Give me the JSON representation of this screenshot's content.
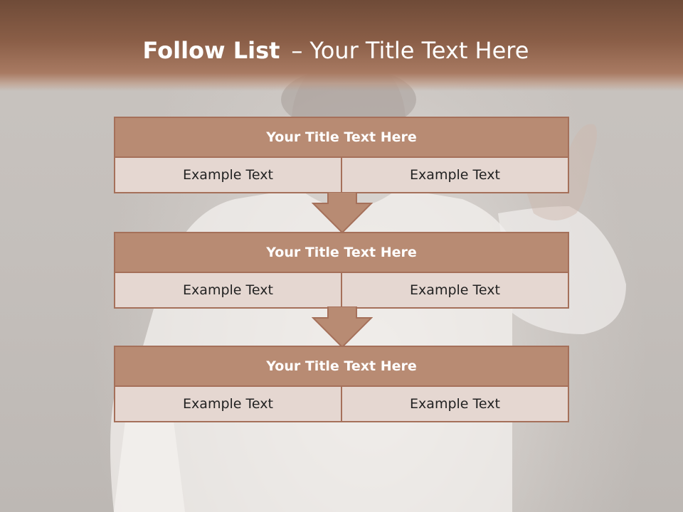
{
  "slide": {
    "title_bold": "Follow List",
    "title_separator": "–",
    "title_rest": "Your Title Text Here"
  },
  "blocks": [
    {
      "title": "Your Title Text Here",
      "left": "Example Text",
      "right": "Example Text"
    },
    {
      "title": "Your Title Text Here",
      "left": "Example Text",
      "right": "Example Text"
    },
    {
      "title": "Your Title Text Here",
      "left": "Example Text",
      "right": "Example Text"
    }
  ],
  "colors": {
    "header_band": "#8a5e47",
    "block_header": "#b88b73",
    "block_body": "#e5d7d1",
    "border": "#a5705a",
    "arrow_fill": "#b88b73"
  },
  "icons": [
    "down-arrow-icon",
    "down-arrow-icon"
  ]
}
